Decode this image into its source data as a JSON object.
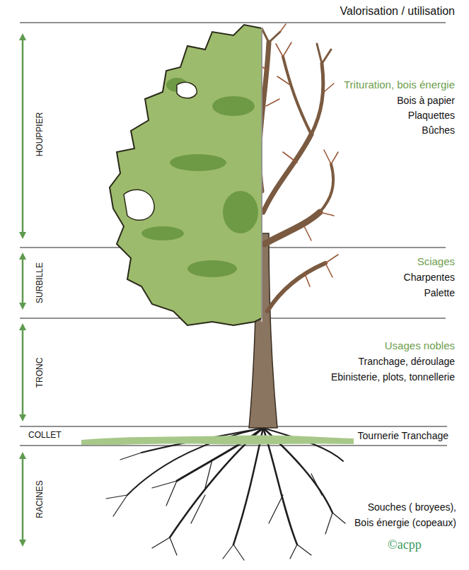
{
  "diagram": {
    "title": "Valorisation / utilisation",
    "labels": [
      "HOUPPIER",
      "Trituration, bois énergie",
      "Bois à papier",
      "Plaquettes",
      "Bûches",
      "SURBILLE",
      "Sciages",
      "Charpentes",
      "Palette",
      "TRONC",
      "Usages nobles",
      "Tranchage, déroulage",
      "Ebinisterie, plots, tonnellerie",
      "COLLET",
      "Tournerie Tranchage",
      "RACINES",
      "Souches ( broyees),",
      "Bois énergie (copeaux)",
      "©acpp"
    ]
  }
}
